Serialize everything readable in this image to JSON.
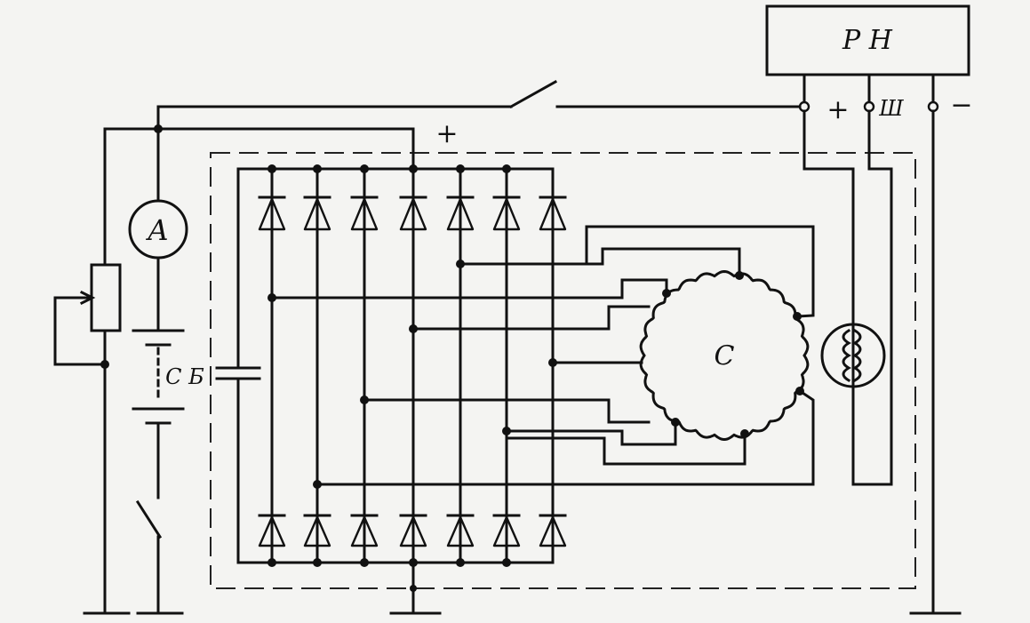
{
  "labels": {
    "regulator": "Р Н",
    "ammeter": "А",
    "battery": "С Б",
    "generator": "С",
    "plus_top": "+",
    "plus_reg": "+",
    "shunt": "Ш",
    "minus": "−"
  }
}
